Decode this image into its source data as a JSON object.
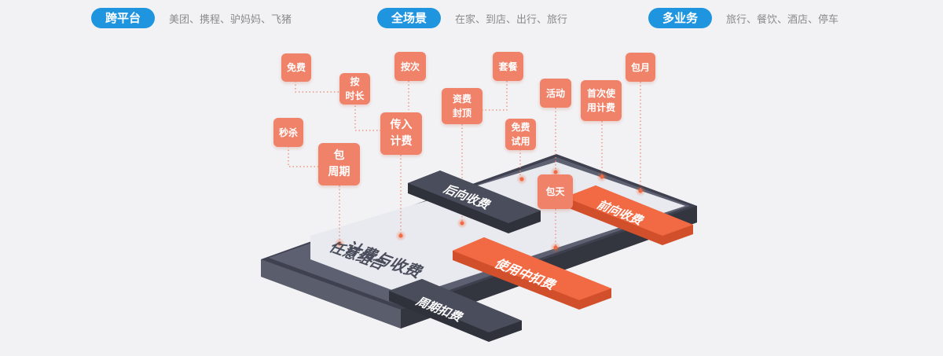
{
  "features": [
    {
      "title": "跨平台",
      "desc": "美团、携程、驴妈妈、飞猪"
    },
    {
      "title": "全场景",
      "desc": "在家、到店、出行、旅行"
    },
    {
      "title": "多业务",
      "desc": "旅行、餐饮、酒店、停车"
    }
  ],
  "tags": {
    "mianfei": "免费",
    "an_shichang": [
      "按",
      "时长"
    ],
    "ci": "按次",
    "taocan": "套餐",
    "baoyue": "包月",
    "miaosha": "秒杀",
    "chuanru": [
      "传入",
      "计费"
    ],
    "zifei_fengding": [
      "资费",
      "封顶"
    ],
    "huodong": "活动",
    "shouci": [
      "首次使",
      "用计费"
    ],
    "mianfei_shiyong": [
      "免费",
      "试用"
    ],
    "bao_zhouqi": [
      "包",
      "周期"
    ],
    "baotian": "包天"
  },
  "platform": {
    "main_text_line1": "计费与收费",
    "main_text_line2": "任意组合",
    "houxiang": "后向收费",
    "qianxiang": "前向收费",
    "shiyongzhong": "使用中扣费",
    "zhouqi": "周期扣费"
  },
  "colors": {
    "pill": "#1f95e0",
    "tag": "#f0826a",
    "orange_bar": "#f26a43",
    "dark_bar": "#4a4d5c",
    "platform_top": "#e8e9ee",
    "platform_side": "#3f4150"
  }
}
